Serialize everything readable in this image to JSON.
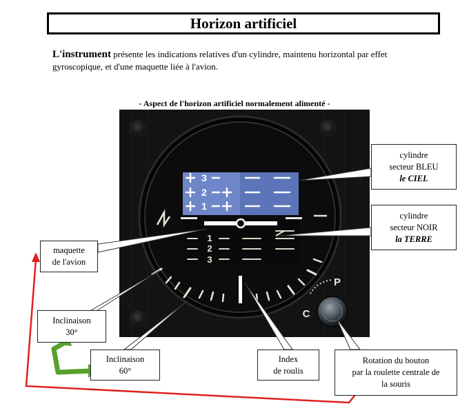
{
  "page": {
    "title": "Horizon artificiel",
    "intro_bold": "L'instrument",
    "intro_line1": " présente les indications relatives d'un cylindre, maintenu horizontal par effet",
    "intro_line2": "gyroscopique, et d'une maquette liée à l'avion.",
    "caption": "- Aspect de l'horizon artificiel normalement alimenté -"
  },
  "instrument": {
    "sky_marks": [
      "3",
      "2",
      "1"
    ],
    "ground_marks": [
      "1",
      "2",
      "3"
    ],
    "knob_letters": [
      "C",
      "P"
    ]
  },
  "callouts": {
    "sky": {
      "line1": "cylindre",
      "line2": "secteur BLEU",
      "line3": "le CIEL"
    },
    "ground": {
      "line1": "cylindre",
      "line2": "secteur NOIR",
      "line3": "la TERRE"
    },
    "mockup": {
      "line1": "maquette",
      "line2": "de l'avion"
    },
    "bank30": {
      "line1": "Inclinaison",
      "line2": "30°"
    },
    "bank60": {
      "line1": "Inclinaison",
      "line2": "60°"
    },
    "roll_index": {
      "line1": "Index",
      "line2": "de roulis"
    },
    "knob": {
      "line1": "Rotation du bouton",
      "line2": "par la roulette centrale de",
      "line3": "la souris"
    }
  },
  "colors": {
    "sky": "#6f86c9",
    "arrow_red": "#e02020",
    "arrow_green": "#5aa02c",
    "panel": "#121212"
  }
}
